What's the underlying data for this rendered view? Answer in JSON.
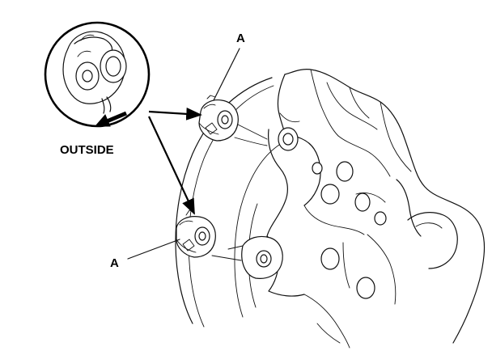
{
  "labels": {
    "callout_top": "A",
    "callout_bottom": "A",
    "detail_caption": "OUTSIDE"
  },
  "icons": {
    "detail_arrow": "arrow-down-left-icon",
    "leader_arrows": "arrowhead-icon"
  },
  "colors": {
    "ink": "#111111",
    "paper": "#ffffff"
  }
}
